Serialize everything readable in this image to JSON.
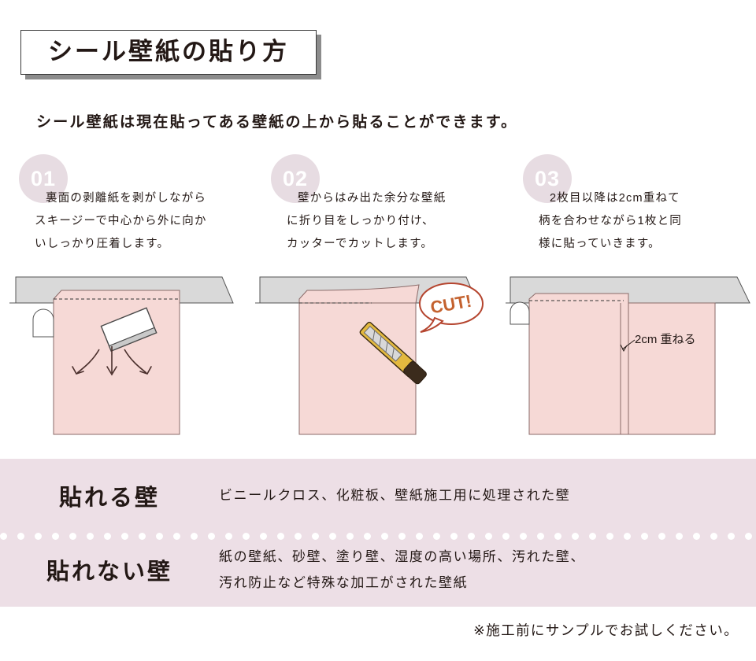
{
  "header": {
    "title": "シール壁紙の貼り方",
    "subtitle": "シール壁紙は現在貼ってある壁紙の上から貼ることができます。"
  },
  "steps": [
    {
      "number": "01",
      "lines": [
        "裏面の剥離紙を剥がしながら",
        "スキージーで中心から外に向か",
        "いしっかり圧着します。"
      ],
      "illustration": {
        "name": "squeegee-application-diagram",
        "wall_color": "#f6d9d6",
        "ceiling_color": "#d9d9d9",
        "tool": "squeegee",
        "arrows": 3
      }
    },
    {
      "number": "02",
      "lines": [
        "壁からはみ出た余分な壁紙",
        "に折り目をしっかり付け、",
        "カッターでカットします。"
      ],
      "illustration": {
        "name": "cutter-trim-diagram",
        "wall_color": "#f6d9d6",
        "ceiling_color": "#d9d9d9",
        "tool": "cutter-knife",
        "callout": "CUT!",
        "callout_color": "#b5452f"
      }
    },
    {
      "number": "03",
      "lines": [
        "2枚目以降は2cm重ねて",
        "柄を合わせながら1枚と同",
        "様に貼っていきます。"
      ],
      "illustration": {
        "name": "overlap-panels-diagram",
        "wall_color": "#f6d9d6",
        "ceiling_color": "#d9d9d9",
        "annotation": "2cm 重ねる"
      }
    }
  ],
  "panel": {
    "background": "#eddfe6",
    "rows": [
      {
        "label": "貼れる壁",
        "lines": [
          "ビニールクロス、化粧板、壁紙施工用に処理された壁"
        ]
      },
      {
        "label": "貼れない壁",
        "lines": [
          "紙の壁紙、砂壁、塗り壁、湿度の高い場所、汚れた壁、",
          "汚れ防止など特殊な加工がされた壁紙"
        ]
      }
    ]
  },
  "footer": {
    "note": "※施工前にサンプルでお試しください。"
  },
  "colors": {
    "accent_badge": "#e7dce2",
    "panel_bg": "#eddfe6",
    "wallpaper": "#f6d9d6",
    "ceiling": "#d9d9d9",
    "text": "#231815"
  }
}
